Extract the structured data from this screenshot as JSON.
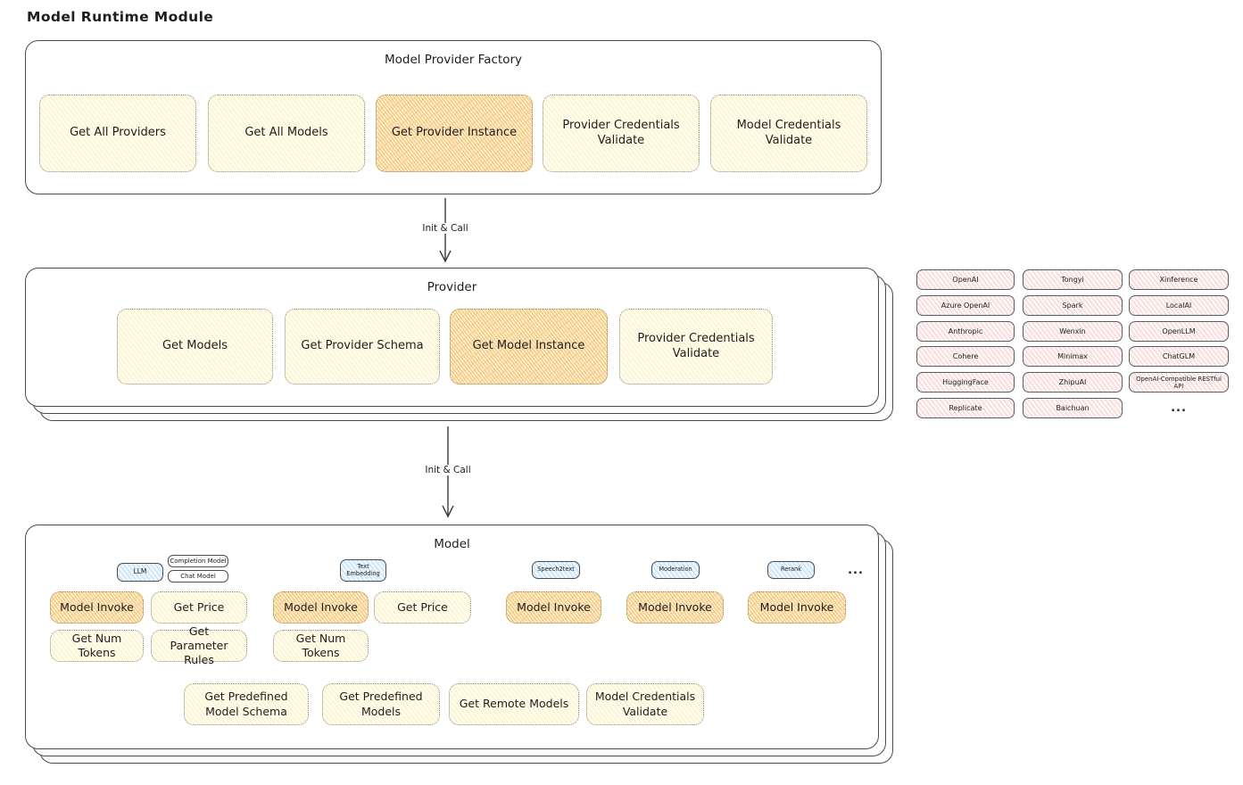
{
  "page": {
    "title": "Model Runtime Module"
  },
  "palette": {
    "highlight_fill": "#f6c36a",
    "light_fill": "#fdf6d8",
    "provider_chip_fill": "#fbe3e3",
    "type_badge_fill": "#d9ecf9",
    "box_border": "#484b50"
  },
  "factory": {
    "title": "Model Provider Factory",
    "buttons": [
      {
        "label": "Get All Providers",
        "highlighted": false
      },
      {
        "label": "Get All Models",
        "highlighted": false
      },
      {
        "label": "Get Provider Instance",
        "highlighted": true
      },
      {
        "label": "Provider Credentials Validate",
        "highlighted": false
      },
      {
        "label": "Model Credentials Validate",
        "highlighted": false
      }
    ]
  },
  "arrows": [
    {
      "label": "Init & Call"
    },
    {
      "label": "Init & Call"
    }
  ],
  "provider": {
    "title": "Provider",
    "buttons": [
      {
        "label": "Get Models",
        "highlighted": false
      },
      {
        "label": "Get Provider Schema",
        "highlighted": false
      },
      {
        "label": "Get Model Instance",
        "highlighted": true
      },
      {
        "label": "Provider Credentials Validate",
        "highlighted": false
      }
    ]
  },
  "providers": {
    "items": [
      "OpenAI",
      "Tongyi",
      "Xinference",
      "Azure OpenAI",
      "Spark",
      "LocalAI",
      "Anthropic",
      "Wenxin",
      "OpenLLM",
      "Cohere",
      "Minimax",
      "ChatGLM",
      "HuggingFace",
      "ZhipuAI",
      "OpenAI-Compatible RESTful API",
      "Replicate",
      "Baichuan"
    ],
    "more": "..."
  },
  "model": {
    "title": "Model",
    "groups": [
      {
        "badge": "LLM",
        "sub_badges": [
          "Completion Model",
          "Chat Model"
        ],
        "actions": [
          "Model Invoke",
          "Get Price",
          "Get Num Tokens",
          "Get Parameter Rules"
        ]
      },
      {
        "badge": "Text Embedding",
        "actions": [
          "Model Invoke",
          "Get Price",
          "Get Num Tokens"
        ]
      },
      {
        "badge": "Speech2text",
        "actions": [
          "Model Invoke"
        ]
      },
      {
        "badge": "Moderation",
        "actions": [
          "Model Invoke"
        ]
      },
      {
        "badge": "Rerank",
        "actions": [
          "Model Invoke"
        ]
      }
    ],
    "more": "...",
    "shared_actions": [
      "Get Predefined Model Schema",
      "Get Predefined Models",
      "Get Remote Models",
      "Model Credentials Validate"
    ]
  }
}
